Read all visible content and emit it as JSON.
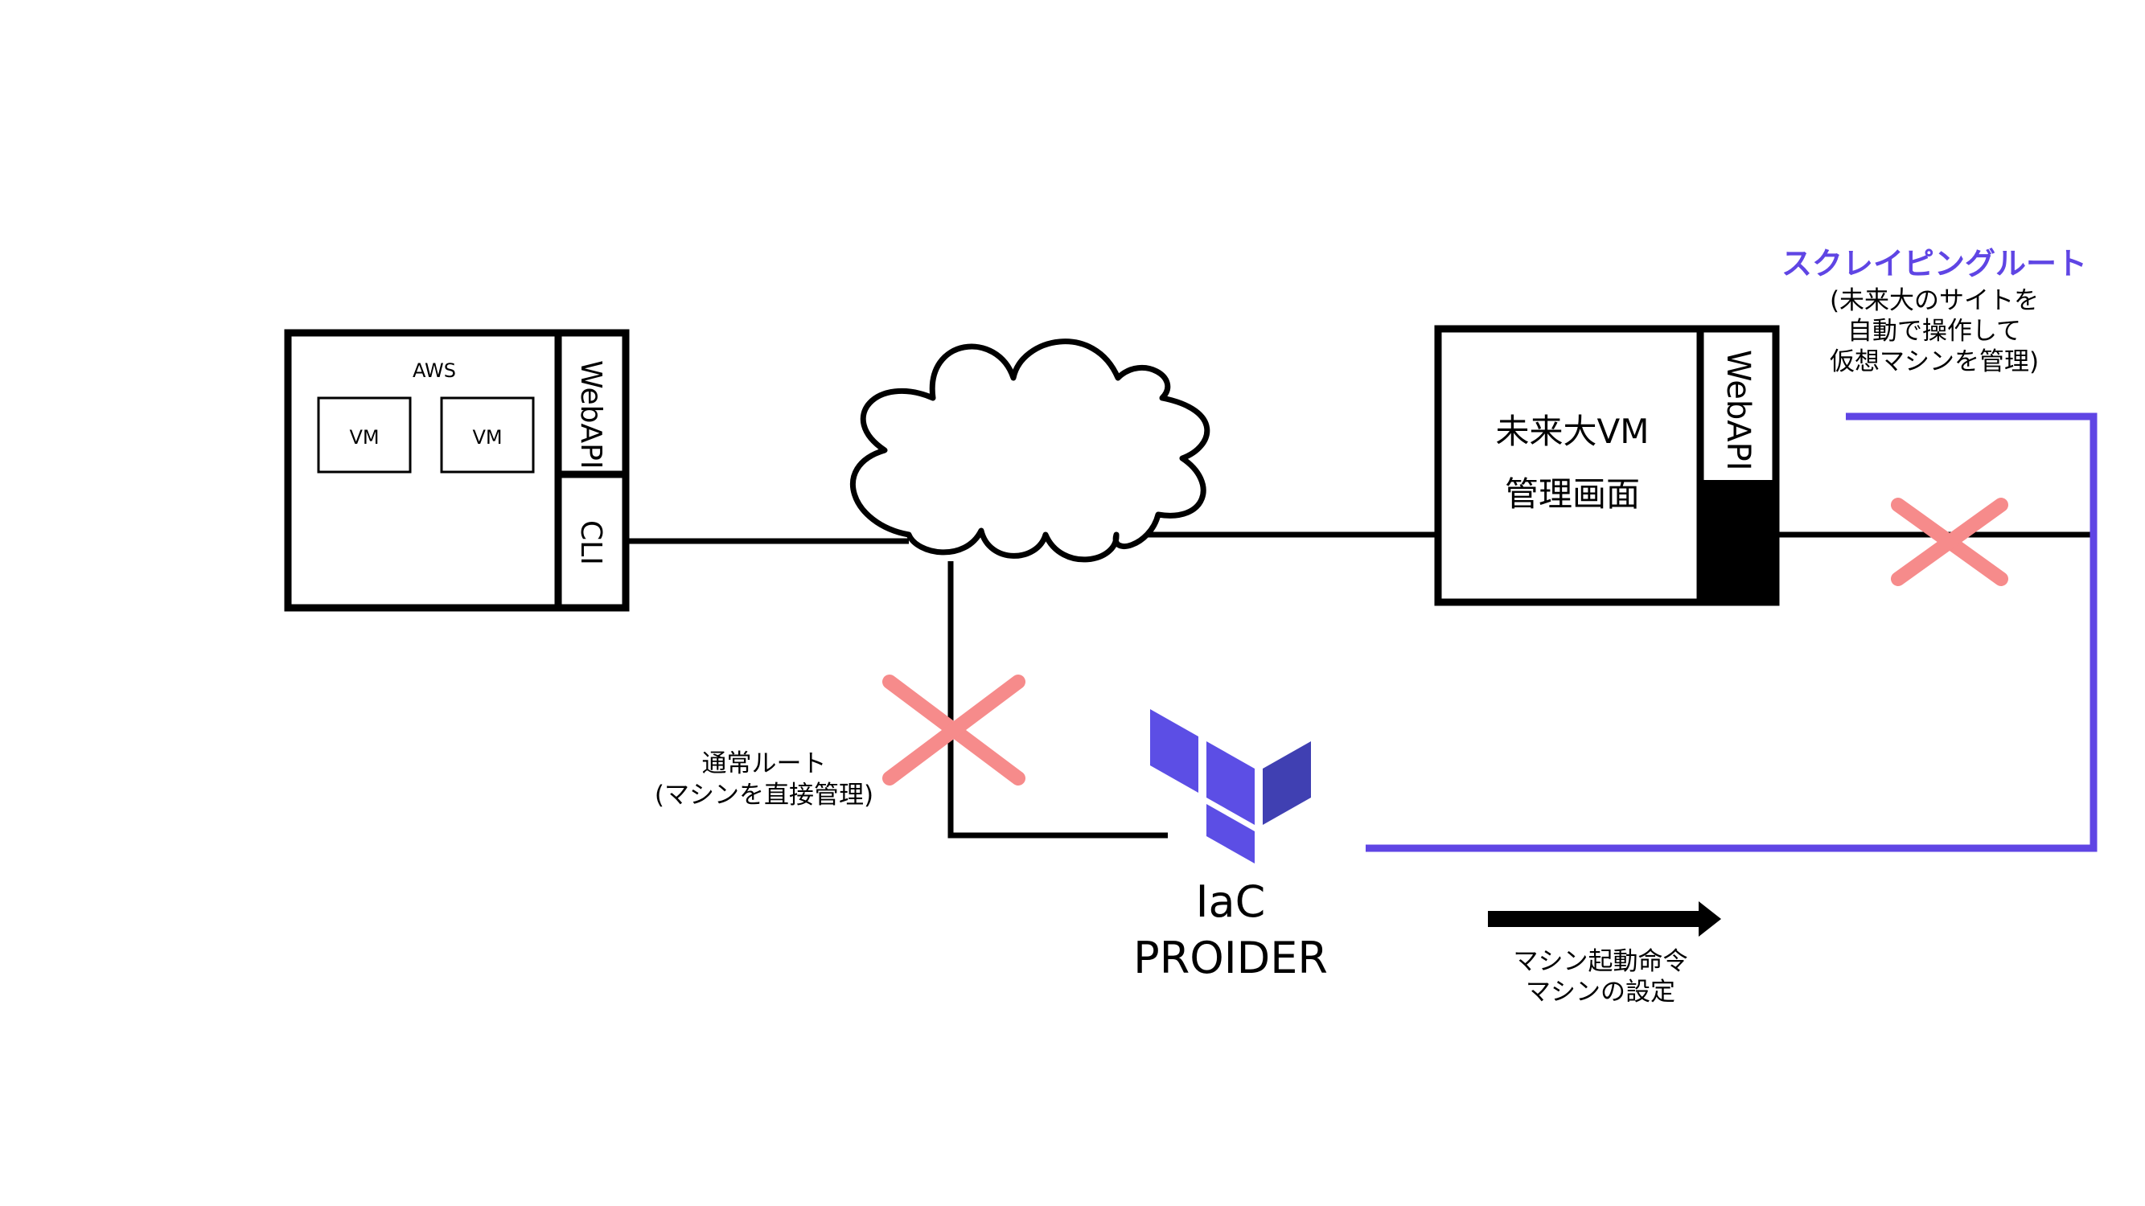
{
  "aws": {
    "title": "AWS",
    "vm1": "VM",
    "vm2": "VM",
    "webapi": "WebAPI",
    "cli": "CLI"
  },
  "mirai": {
    "title_line1": "未来大VM",
    "title_line2": "管理画面",
    "webapi": "WebAPI"
  },
  "normal_route": {
    "line1": "通常ルート",
    "line2": "(マシンを直接管理)"
  },
  "scraping_route": {
    "title": "スクレイピングルート",
    "line1": "(未来大のサイトを",
    "line2": "自動で操作して",
    "line3": "仮想マシンを管理)"
  },
  "iac": {
    "line1": "IaC",
    "line2": "PROIDER"
  },
  "legend": {
    "line1": "マシン起動命令",
    "line2": "マシンの設定"
  },
  "colors": {
    "scraping": "#5f45e4",
    "cross": "#f68b8b",
    "terraform_light": "#5c4ee5",
    "terraform_dark": "#4040b2"
  },
  "icons": {
    "cloud": "cloud-icon",
    "iac_logo": "terraform-logo-icon",
    "cross": "cross-icon",
    "arrow": "arrow-right-icon"
  }
}
